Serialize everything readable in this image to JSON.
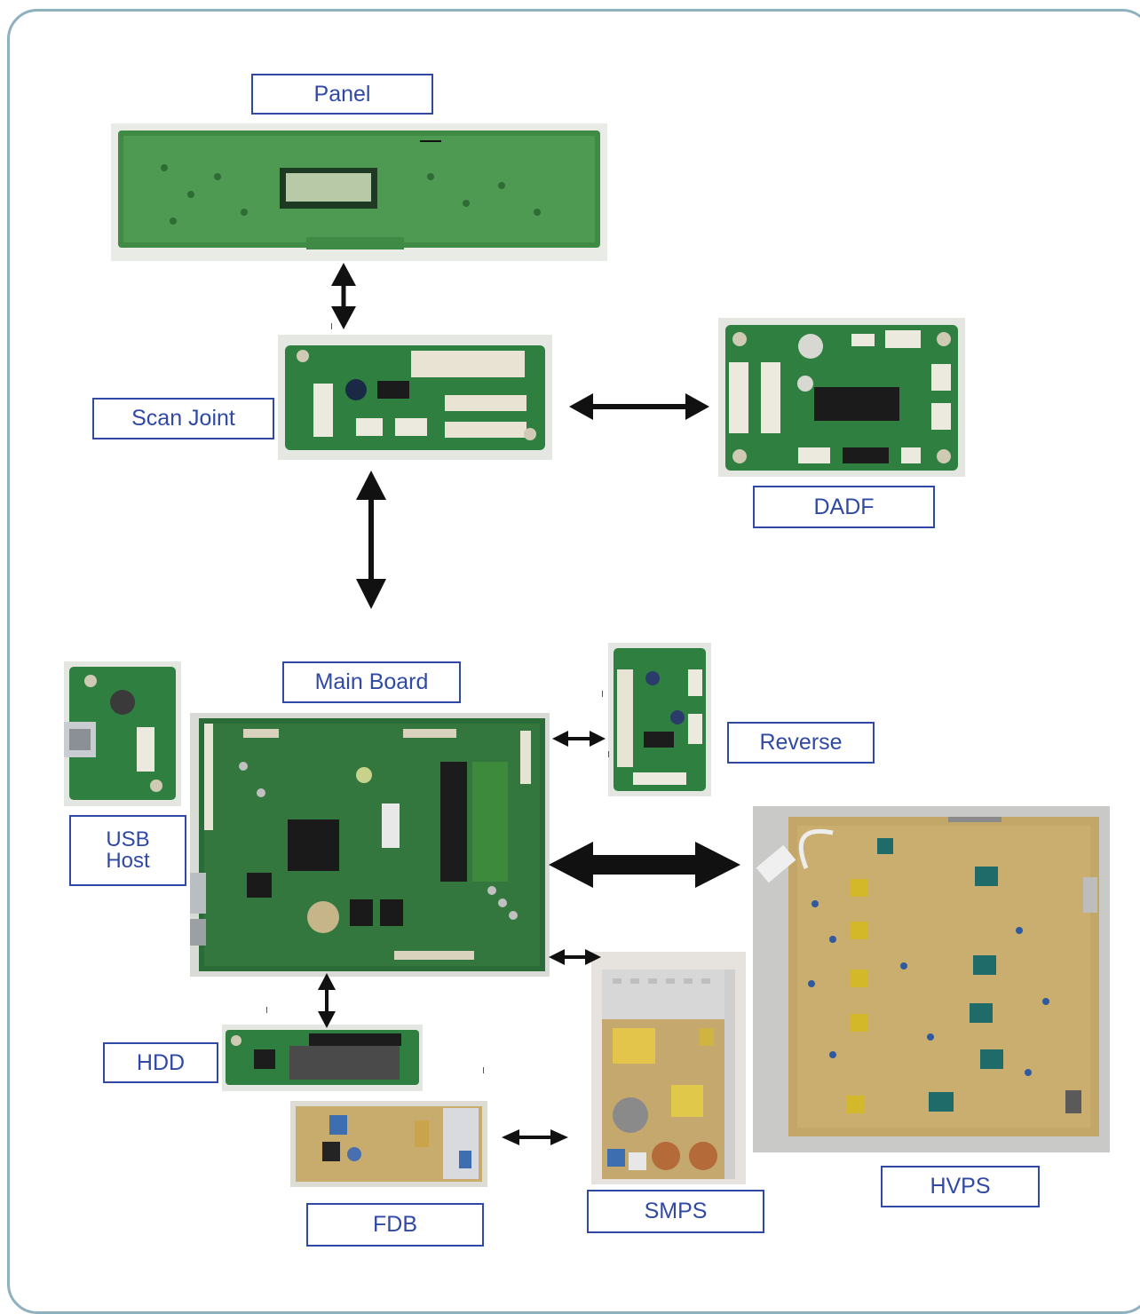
{
  "labels": {
    "panel": "Panel",
    "scan_joint": "Scan Joint",
    "dadf": "DADF",
    "main_board": "Main Board",
    "reverse": "Reverse",
    "usb_host": "USB\nHost",
    "hdd": "HDD",
    "fdb": "FDB",
    "smps": "SMPS",
    "hvps": "HVPS"
  },
  "colors": {
    "border": "#8fb0bf",
    "label_text": "#2f49a5",
    "green_pcb": "#2f7d3c",
    "tan_pcb": "#b8a46a"
  }
}
